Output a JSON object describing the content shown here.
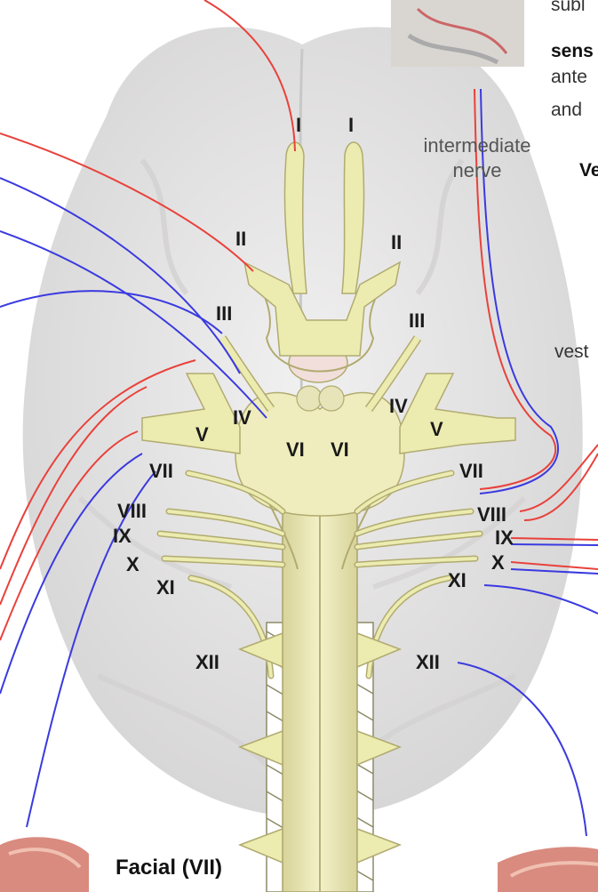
{
  "labels": {
    "I": "I",
    "II": "II",
    "III": "III",
    "IV": "IV",
    "V": "V",
    "VI": "VI",
    "VII": "VII",
    "VIII": "VIII",
    "IX": "IX",
    "X": "X",
    "XI": "XI",
    "XII": "XII"
  },
  "intermediate_nerve": [
    "intermediate",
    "nerve"
  ],
  "right_edge_text": {
    "subl": "subl",
    "sens": "sens",
    "ante": "ante",
    "and": "and",
    "ve": "Ve",
    "vest": "vest"
  },
  "bottom_label": "Facial (VII)",
  "colors": {
    "sensory": "#e8423c",
    "motor": "#3a3ae0",
    "nerve": "#ecebb0",
    "nerve_outline": "#b8b06a",
    "brain": "#e2e1e1"
  }
}
